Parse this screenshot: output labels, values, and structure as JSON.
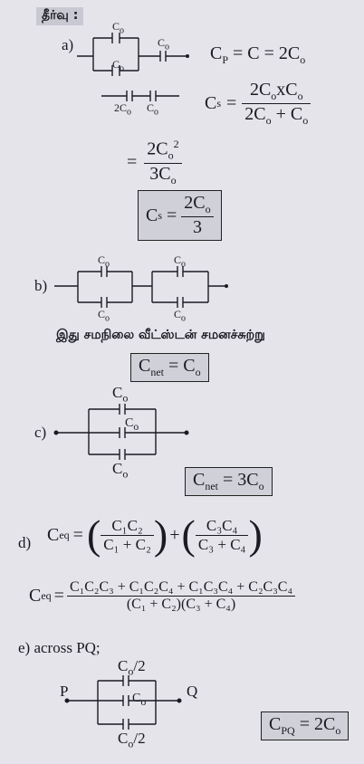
{
  "heading": "தீர்வு :",
  "part_a": {
    "label": "a)",
    "cap_top": "C",
    "cap_top_sub": "o",
    "cap_mid": "C",
    "cap_mid_sub": "o",
    "cap_series_right": "C",
    "cap_series_right_sub": "o",
    "cap_series_left_lbl": "2C",
    "cap_series_left_sub": "o",
    "cap_series_r_lbl": "C",
    "cap_series_r_sub": "o",
    "cp_eq": "C",
    "cp_sub": "P",
    "cp_rhs": " = C = 2C",
    "cp_rhs_sub": "o",
    "cs_lhs": "C",
    "cs_sub": "s",
    "cs_num": "2C",
    "cs_num_sub": "o",
    "cs_num_mid": "xC",
    "cs_num_mid_sub": "o",
    "cs_den": "2C",
    "cs_den_sub": "o",
    "cs_den_mid": " + C",
    "cs_den_mid_sub": "o",
    "step_num": "2C",
    "step_num_sub": "o",
    "step_num_sup": "2",
    "step_den": "3C",
    "step_den_sub": "o",
    "final_lhs": "C",
    "final_sub": "s",
    "final_num": "2C",
    "final_num_sub": "o",
    "final_den": "3"
  },
  "part_b": {
    "label": "b)",
    "cap_label": "C",
    "cap_sub": "o",
    "statement": "இது சமநிலை வீட்ஸ்டன் சமனச்சுற்று",
    "result_lhs": "C",
    "result_sub": "net",
    "result_rhs": " = C",
    "result_rhs_sub": "o"
  },
  "part_c": {
    "label": "c)",
    "cap_label": "C",
    "cap_sub": "o",
    "result_lhs": "C",
    "result_sub": "net",
    "result_rhs": " = 3C",
    "result_rhs_sub": "o"
  },
  "part_d": {
    "label": "d)",
    "ceq": "C",
    "ceq_sub": "eq",
    "f1_num": "C₁C₂",
    "f1_den": "C₁ + C₂",
    "f2_num": "C₃C₄",
    "f2_den": "C₃ + C₄",
    "big_num": "C₁C₂C₃ + C₁C₂C₄ + C₁C₃C₄ + C₂C₃C₄",
    "big_den": "(C₁ + C₂)(C₃ + C₄)"
  },
  "part_e": {
    "label": "e)  across PQ;",
    "p": "P",
    "q": "Q",
    "cap_half": "C",
    "cap_half_sub": "o",
    "cap_half_tail": "/2",
    "cap_mid": "C",
    "cap_mid_sub": "o",
    "result_lhs": "C",
    "result_sub": "PQ",
    "result_rhs": " = 2C",
    "result_rhs_sub": "o"
  }
}
